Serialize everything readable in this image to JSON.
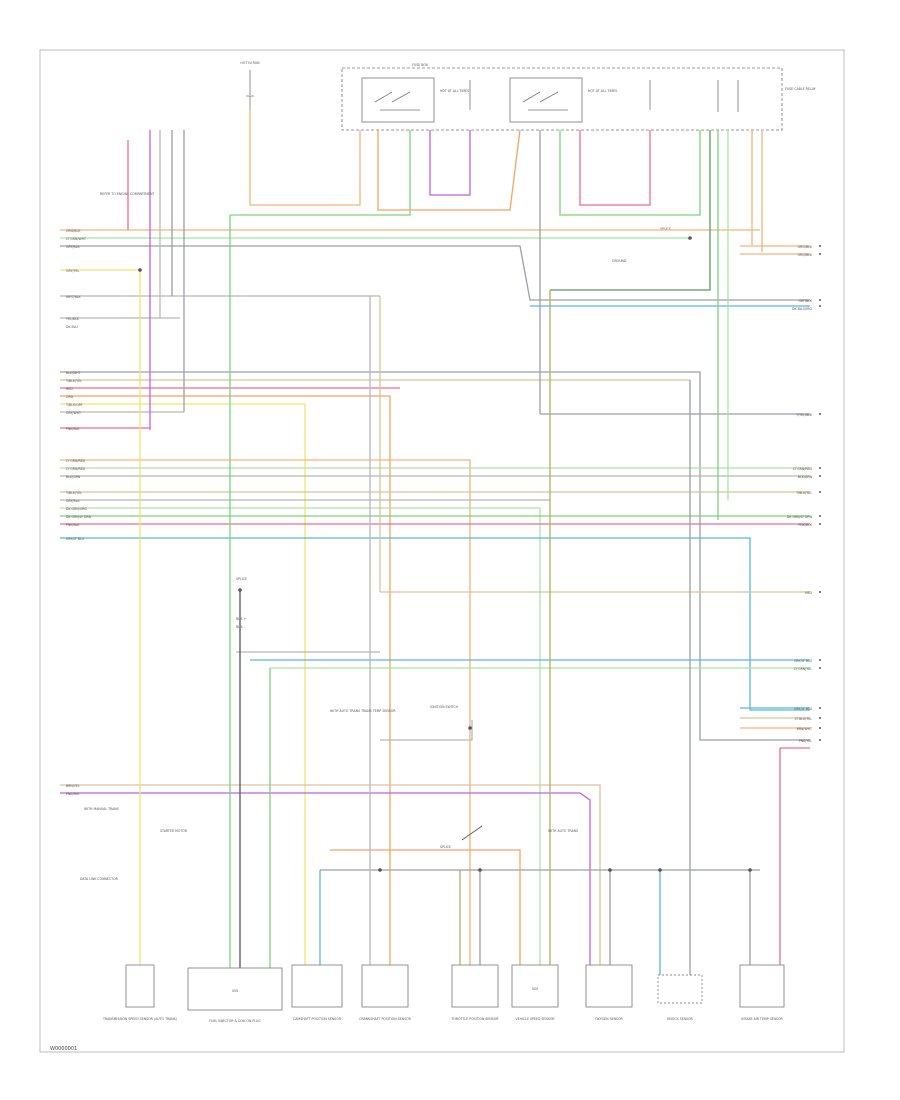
{
  "footer_code": "W0000001",
  "wire_colors": {
    "org": "#f4a460",
    "org_blk": "#f5b27a",
    "gry_blk": "#9aa0a6",
    "gry": "#b8b8b8",
    "yel": "#f2e36a",
    "vio": "#c060e0",
    "pnk": "#f06a8c",
    "grn": "#7ad47a",
    "lt_grn": "#a8e6a0",
    "lt_blu": "#5ab8d8",
    "brn": "#b08a60",
    "tan": "#d9c49a",
    "dk_grn": "#5a9a5a",
    "blk": "#555555"
  },
  "left_block_a": [
    "ORG/BLK",
    "LT GRN/WHT",
    "GRY/BLK",
    "",
    "GRY/YEL",
    "",
    "WHT/BLK",
    "",
    "YEL/BLK",
    "DK BLU"
  ],
  "left_block_b": [
    "BLK/WHT",
    "T/BLK/YEL",
    "RED",
    "ORG",
    "T/BLK/GRY",
    "GRY/WHT",
    "PNK/BLK"
  ],
  "left_block_c": [
    "LT GRN/RED",
    "LT GRN/RED",
    "BLK/GRN",
    "T/BLK/YEL",
    "GRY/BLK",
    "DK GRN/ORG",
    "DK GRN/LT GRN",
    "PNK/BLK",
    "GRY/LT BLU"
  ],
  "left_block_d": [
    "BRN/YEL",
    "PNK/BLK"
  ],
  "right_block_a": [
    "ORG/BLK",
    "ORG/BLK"
  ],
  "right_block_b": [
    "GRY/BLK",
    "DK BLU/ORG"
  ],
  "right_block_c": [
    "T/YEL/BLK"
  ],
  "right_block_d": [
    "LT GRN/RED",
    "BLK/GRN",
    "T/BLK/YEL",
    "DK GRN/LT GRN",
    "PNK/BLK"
  ],
  "right_block_e": [
    "RED"
  ],
  "right_block_f": [
    "GRY/LT BLU",
    "LT GRN/YEL"
  ],
  "right_block_g": [
    "GRY/LT BLU",
    "LT BLU/YEL",
    "BRN/WHT",
    "PNK/YEL"
  ],
  "top_labels": {
    "hot_run": "HOT IN RUN",
    "fuse_box": "FUSE BOX",
    "relay_1": "HOT AT ALL TIMES",
    "relay_2": "HOT AT ALL TIMES",
    "splice_note": "SPLICE",
    "ground_note": "GROUND",
    "note_left": "REFER TO ENGINE COMPARTMENT",
    "note_right": "FUSE CABLE RELAY"
  },
  "mid_labels": {
    "splice_center": "SPLICE",
    "note_center": "WITH AUTO TRANS TRANS TEMP SENSOR",
    "note_right_mid": "IGNITION SWITCH",
    "bus_top_a": "BUS +",
    "bus_top_b": "BUS -"
  },
  "bottom_notes": {
    "note_a": "WITH MANUAL TRANS",
    "note_b": "STARTER MOTOR",
    "note_c": "SPLICE",
    "note_d": "WITH AUTO TRANS",
    "note_e": "DATA LINK CONNECTOR"
  },
  "components": [
    {
      "label": "TRANSMISSION SPEED SENSOR (AUTO TRANS)",
      "inner": ""
    },
    {
      "label": "FUEL INJECTOR & COIL ON PLUG",
      "inner": "IGN"
    },
    {
      "label": "CAMSHAFT POSITION SENSOR",
      "inner": ""
    },
    {
      "label": "CRANKSHAFT POSITION SENSOR",
      "inner": ""
    },
    {
      "label": "THROTTLE POSITION SENSOR",
      "inner": ""
    },
    {
      "label": "VEHICLE SPEED SENSOR",
      "inner": "VSS"
    },
    {
      "label": "OXYGEN SENSOR",
      "inner": ""
    },
    {
      "label": "KNOCK SENSOR",
      "inner": ""
    },
    {
      "label": "INTAKE AIR TEMP SENSOR",
      "inner": ""
    }
  ]
}
